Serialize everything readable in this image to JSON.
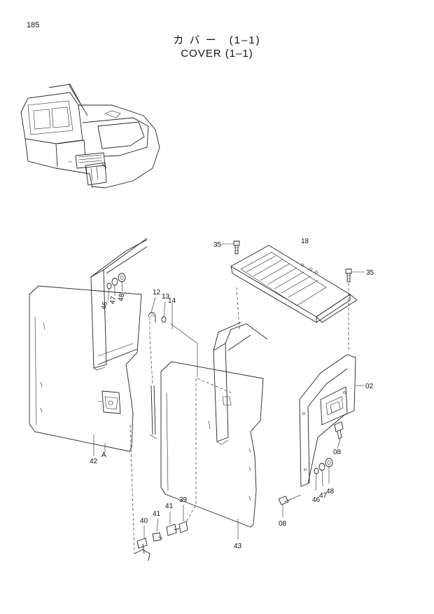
{
  "page": {
    "number": "185",
    "title_jp": "カ バ ー　(1–1)",
    "title_en": "COVER (1–1)"
  },
  "callouts": {
    "c02": "02",
    "c08a": "08",
    "c08b": "08",
    "c12": "12",
    "c13": "13",
    "c14": "14",
    "c18": "18",
    "c35a": "35",
    "c35b": "35",
    "c39": "39",
    "c40": "40",
    "c41a": "41",
    "c41b": "41",
    "c42": "42",
    "c43": "43",
    "c46a": "46",
    "c47a": "47",
    "c48a": "48",
    "c46b": "46",
    "c47b": "47",
    "c48b": "48",
    "cA": "A"
  }
}
